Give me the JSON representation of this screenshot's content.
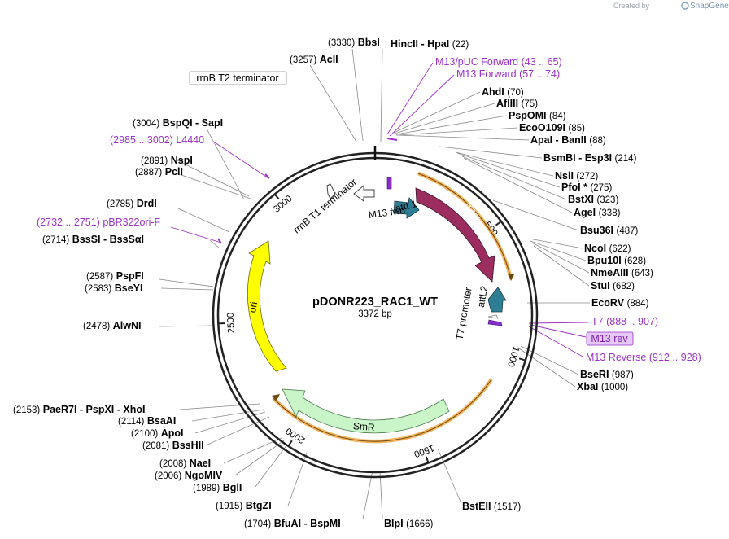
{
  "brand": {
    "created_by": "Created by",
    "name": "SnapGene"
  },
  "plasmid": {
    "name": "pDONR223_RAC1_WT",
    "length_label": "3372 bp",
    "length": 3372
  },
  "ticks": [
    "500",
    "1000",
    "1500",
    "2000",
    "2500",
    "3000"
  ],
  "enzymes": [
    {
      "name": "BbsI",
      "pos": "(3330)"
    },
    {
      "name": "HincII  -  HpaI",
      "pos": "(22)"
    },
    {
      "name": "AclI",
      "pos": "(3257)"
    },
    {
      "name": "AhdI",
      "pos": "(70)"
    },
    {
      "name": "AflIII",
      "pos": "(75)"
    },
    {
      "name": "PspOMI",
      "pos": "(84)"
    },
    {
      "name": "EcoO109I",
      "pos": "(85)"
    },
    {
      "name": "ApaI  -  BanII",
      "pos": "(88)"
    },
    {
      "name": "BspQI  -  SapI",
      "pos": "(3004)"
    },
    {
      "name": "BsmBI  -  Esp3I",
      "pos": "(214)"
    },
    {
      "name": "NspI",
      "pos": "(2891)"
    },
    {
      "name": "PclI",
      "pos": "(2887)"
    },
    {
      "name": "NsiI",
      "pos": "(272)"
    },
    {
      "name": "PfoI *",
      "pos": "(275)"
    },
    {
      "name": "BstXI",
      "pos": "(323)"
    },
    {
      "name": "DrdI",
      "pos": "(2785)"
    },
    {
      "name": "AgeI",
      "pos": "(338)"
    },
    {
      "name": "Bsu36I",
      "pos": "(487)"
    },
    {
      "name": "BssSI  -  BssSαI",
      "pos": "(2714)"
    },
    {
      "name": "NcoI",
      "pos": "(622)"
    },
    {
      "name": "Bpu10I",
      "pos": "(628)"
    },
    {
      "name": "NmeAIII",
      "pos": "(643)"
    },
    {
      "name": "PspFI",
      "pos": "(2587)"
    },
    {
      "name": "StuI",
      "pos": "(682)"
    },
    {
      "name": "BseYI",
      "pos": "(2583)"
    },
    {
      "name": "EcoRV",
      "pos": "(884)"
    },
    {
      "name": "AlwNI",
      "pos": "(2478)"
    },
    {
      "name": "BseRI",
      "pos": "(987)"
    },
    {
      "name": "XbaI",
      "pos": "(1000)"
    },
    {
      "name": "PaeR7I  -  PspXI  -  XhoI",
      "pos": "(2153)"
    },
    {
      "name": "BsaAI",
      "pos": "(2114)"
    },
    {
      "name": "ApoI",
      "pos": "(2100)"
    },
    {
      "name": "BssHII",
      "pos": "(2081)"
    },
    {
      "name": "NaeI",
      "pos": "(2008)"
    },
    {
      "name": "NgoMIV",
      "pos": "(2006)"
    },
    {
      "name": "BglI",
      "pos": "(1989)"
    },
    {
      "name": "BtgZI",
      "pos": "(1915)"
    },
    {
      "name": "BstEII",
      "pos": "(1517)"
    },
    {
      "name": "BfuAI  -  BspMI",
      "pos": "(1704)"
    },
    {
      "name": "BlpI",
      "pos": "(1666)"
    }
  ],
  "primers": [
    {
      "name": "M13/pUC Forward",
      "range": "(43 .. 65)"
    },
    {
      "name": "M13 Forward",
      "range": "(57 .. 74)"
    },
    {
      "name": "L4440",
      "range": "(2985 .. 3002)"
    },
    {
      "name": "pBR322ori-F",
      "range": "(2732 .. 2751)"
    },
    {
      "name": "T7",
      "range": "(888 .. 907)"
    },
    {
      "name": "M13 rev",
      "range": ""
    },
    {
      "name": "M13 Reverse",
      "range": "(912 .. 928)"
    }
  ],
  "features": {
    "rrnb_t2": "rrnB T2 terminator",
    "rrnb_t1": "rrnB T1 terminator",
    "m13_fwd": "M13 fwd",
    "attl1": "attL1",
    "rac1": "RacI",
    "attl2": "attL2",
    "t7_promoter": "T7 promoter",
    "ori": "ori",
    "smr": "SmR"
  },
  "colors": {
    "backbone": "#222222",
    "rac1": "#9b2d5f",
    "att": "#2e7f95",
    "ori": "#ffff00",
    "smr": "#c9f5c9",
    "primer": "#9b30c8",
    "highlight": "#f3a640"
  }
}
